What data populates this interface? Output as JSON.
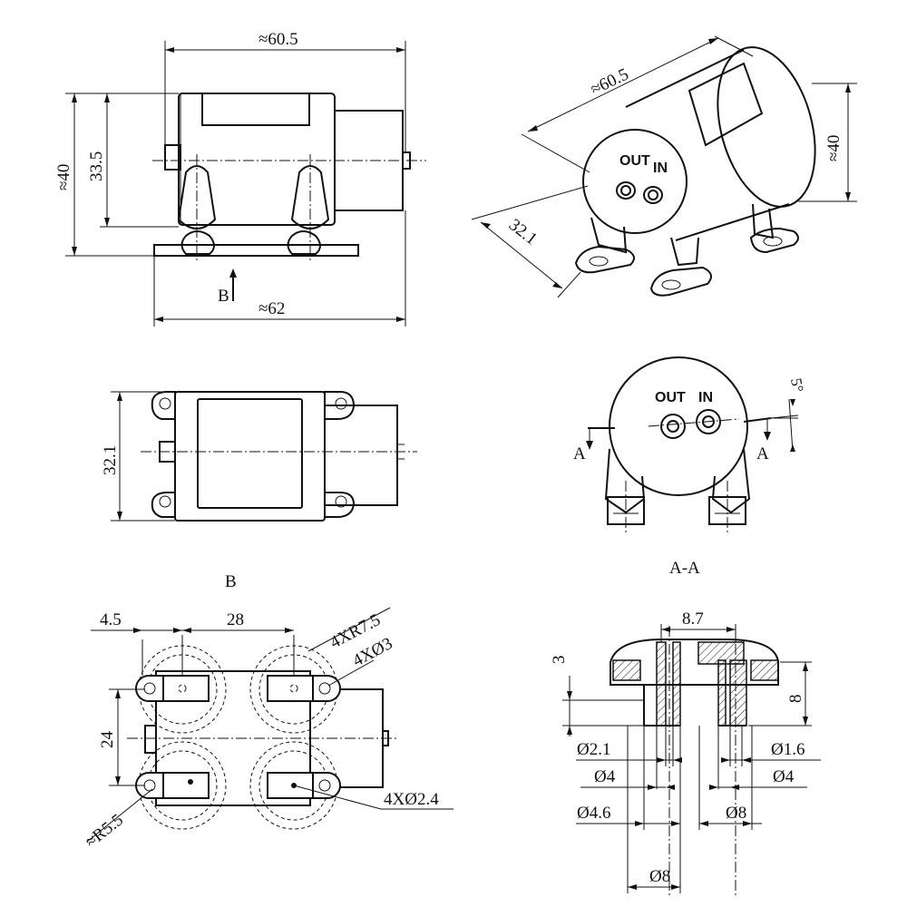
{
  "front_view": {
    "width_top": "≈60.5",
    "height_outer": "≈40",
    "height_inner": "33.5",
    "width_bottom": "≈62",
    "view_arrow": "B"
  },
  "iso_view": {
    "length": "≈60.5",
    "height": "≈40",
    "depth": "32.1",
    "port_out": "OUT",
    "port_in": "IN"
  },
  "top_view": {
    "height": "32.1"
  },
  "end_view": {
    "angle": "5°",
    "section_left": "A",
    "section_right": "A",
    "port_out": "OUT",
    "port_in": "IN"
  },
  "bottom_view": {
    "title": "B",
    "dim_left": "4.5",
    "dim_span": "28",
    "dim_vertical": "24",
    "note_radius": "4XR7.5",
    "note_hole": "4XØ3",
    "note_pin": "4XØ2.4",
    "note_r55": "≈R5.5"
  },
  "section_view": {
    "title": "A-A",
    "dim_top": "8.7",
    "dim_3": "3",
    "dim_8": "8",
    "d_2_1": "Ø2.1",
    "d_1_6": "Ø1.6",
    "d_4_left": "Ø4",
    "d_4_right": "Ø4",
    "d_4_6": "Ø4.6",
    "d_8_right": "Ø8",
    "d_8_bottom": "Ø8"
  }
}
